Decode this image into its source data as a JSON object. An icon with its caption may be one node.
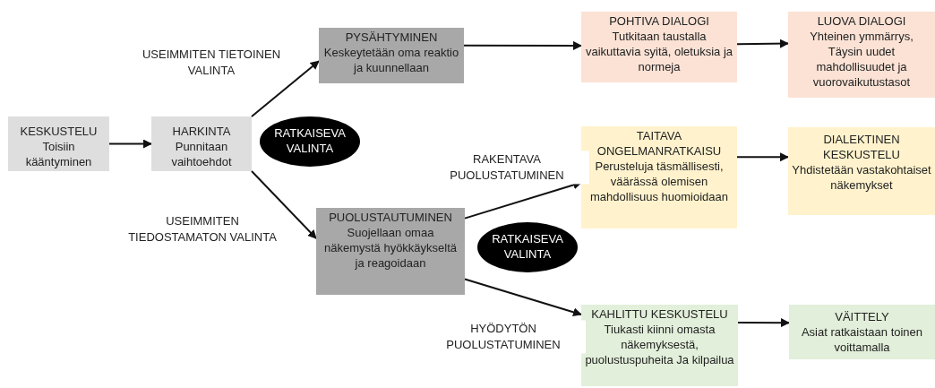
{
  "diagram": {
    "nodes": [
      {
        "text": [
          "KESKUSTELU",
          "Toisiin kääntyminen"
        ]
      },
      {
        "text": [
          "HARKINTA",
          "Punnitaan vaihtoehdot"
        ]
      },
      {
        "text": [
          "PYSÄHTYMINEN",
          "Keskeytetään oma reaktio ja kuunnellaan"
        ]
      },
      {
        "text": [
          "RATKAISEVA VALINTA"
        ]
      },
      {
        "text": [
          "PUOLUSTAUTUMINEN",
          "Suojellaan omaa näkemystä hyökkäykseltä ja reagoidaan"
        ]
      },
      {
        "text": [
          "RATKAISEVA VALINTA"
        ]
      },
      {
        "text": [
          "POHTIVA DIALOGI",
          "Tutkitaan taustalla vaikuttavia syitä, oletuksia ja normeja"
        ]
      },
      {
        "text": [
          "LUOVA DIALOGI",
          "Yhteinen ymmärrys, Täysin uudet mahdollisuudet ja vuorovaikutustasot"
        ]
      },
      {
        "text": [
          "TAITAVA ONGELMANRATKAISU",
          "Perusteluja täsmällisesti, väärässä olemisen mahdollisuus huomioidaan"
        ]
      },
      {
        "text": [
          "DIALEKTINEN KESKUSTELU",
          "Yhdistetään vastakohtaiset näkemykset"
        ]
      },
      {
        "text": [
          "KAHLITTU KESKUSTELU",
          "Tiukasti kiinni omasta näkemyksestä, puolustuspuheita Ja kilpailua"
        ]
      },
      {
        "text": [
          "VÄITTELY",
          "Asiat ratkaistaan toinen voittamalla"
        ]
      }
    ],
    "edges": [
      {
        "from": 0,
        "to": 1,
        "arrow": "to"
      },
      {
        "from": 1,
        "to": 2,
        "arrow": "to",
        "label": "USEIMMITEN TIETOINEN VALINTA"
      },
      {
        "from": 1,
        "to": 4,
        "arrow": "to",
        "label": "USEIMMITEN TIEDOSTAMATON VALINTA"
      },
      {
        "from": 2,
        "to": 6,
        "arrow": "to"
      },
      {
        "from": 6,
        "to": 7,
        "arrow": "to"
      },
      {
        "from": 4,
        "to": 8,
        "arrow": "to",
        "label": "RAKENTAVA PUOLUSTATUMINEN"
      },
      {
        "from": 4,
        "to": 10,
        "arrow": "to",
        "label": "HYÖDYTÖN PUOLUSTATUMINEN"
      },
      {
        "from": 8,
        "to": 9,
        "arrow": "to"
      },
      {
        "from": 10,
        "to": 11,
        "arrow": "to"
      }
    ]
  }
}
